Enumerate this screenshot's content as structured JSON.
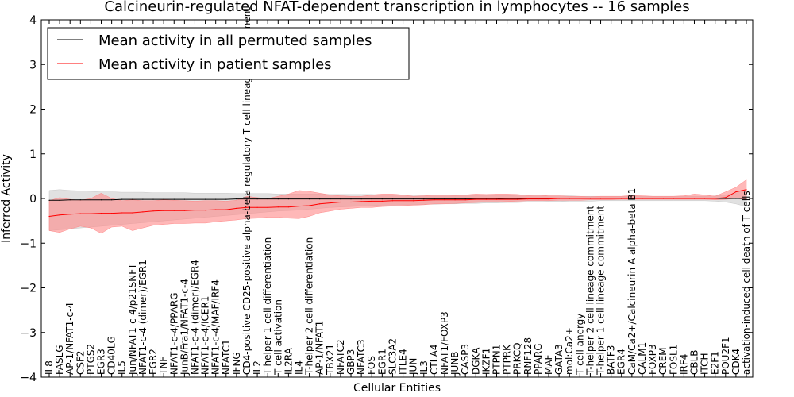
{
  "chart_data": {
    "type": "line",
    "title": "Calcineurin-regulated NFAT-dependent transcription in lymphocytes -- 16 samples",
    "xlabel": "Cellular Entities",
    "ylabel": "Inferred Activity",
    "ylim": [
      -4,
      4
    ],
    "yticks": [
      -4,
      -3,
      -2,
      -1,
      0,
      1,
      2,
      3,
      4
    ],
    "grid": false,
    "legend_position": "top-left",
    "categories": [
      "IL8",
      "FASLG",
      "AP-1/NFAT1-c-4",
      "CSF2",
      "PTGS2",
      "EGR3",
      "CD40LG",
      "IL5",
      "Jun/NFAT1-c-4/p21SNFT",
      "NFAT1-c-4 (dimer)/EGR1",
      "EGR2",
      "TNF",
      "NFAT1-c-4/PPARG",
      "JunB/Fra1/NFAT1-c-4",
      "NFAT1-c-4 (dimer)/EGR4",
      "NFAT1-c-4/ICER1",
      "NFAT1-c-4/MAF/IRF4",
      "NFATC1",
      "IFNG",
      "CD4-positive CD25-positive alpha-beta regulatory T cell lineage commitment",
      "IL2",
      "T-helper 1 cell differentiation",
      "T cell activation",
      "IL2RA",
      "IL4",
      "T-helper 2 cell differentiation",
      "AP-1/NFAT1",
      "TBX21",
      "NFATC2",
      "GBP3",
      "NFATC3",
      "FOS",
      "EGR1",
      "SLC3A2",
      "ITLE4",
      "JUN",
      "IL3",
      "CTLA4",
      "NFAT1/FOXP3",
      "JUNB",
      "CASP3",
      "DGKA",
      "IKZF1",
      "PTPN1",
      "PTPRK",
      "PRKCQ",
      "RNF128",
      "PPARG",
      "MAF",
      "GATA3",
      "mol:Ca2+",
      "T cell anergy",
      "T-helper 2 cell lineage commitment",
      "T-helper 1 cell lineage commitment",
      "BATF3",
      "EGR4",
      "CaM/Ca2+/Calcineurin A alpha-beta B1",
      "CALM1",
      "FOXP3",
      "CREM",
      "FOSL1",
      "IRF4",
      "CBLB",
      "ITCH",
      "E2F1",
      "POU2F1",
      "CDK4",
      "activation-induced cell death of T cells"
    ],
    "series": [
      {
        "name": "Mean activity in all permuted samples",
        "color": "#000000",
        "band_color": "#c8c8c8",
        "values": [
          -0.04,
          -0.04,
          -0.03,
          -0.03,
          -0.03,
          -0.03,
          -0.03,
          -0.02,
          -0.02,
          -0.02,
          -0.02,
          -0.02,
          -0.02,
          -0.02,
          -0.02,
          -0.02,
          -0.02,
          -0.02,
          -0.01,
          -0.01,
          -0.01,
          -0.01,
          -0.01,
          -0.01,
          -0.01,
          -0.01,
          -0.01,
          -0.01,
          -0.01,
          -0.01,
          -0.01,
          -0.01,
          -0.01,
          -0.01,
          -0.01,
          -0.01,
          -0.01,
          -0.01,
          -0.01,
          -0.01,
          -0.01,
          -0.01,
          -0.01,
          -0.01,
          0,
          0,
          0,
          0,
          0,
          0,
          0,
          0,
          0,
          0,
          0,
          0,
          0,
          0,
          0,
          0,
          0,
          0,
          0,
          0,
          0,
          0,
          0,
          0
        ],
        "lower": [
          -0.72,
          -0.7,
          -0.68,
          -0.66,
          -0.64,
          -0.62,
          -0.6,
          -0.58,
          -0.56,
          -0.54,
          -0.52,
          -0.5,
          -0.48,
          -0.46,
          -0.44,
          -0.42,
          -0.4,
          -0.38,
          -0.36,
          -0.34,
          -0.32,
          -0.3,
          -0.28,
          -0.27,
          -0.26,
          -0.24,
          -0.22,
          -0.2,
          -0.19,
          -0.18,
          -0.17,
          -0.16,
          -0.15,
          -0.15,
          -0.14,
          -0.14,
          -0.13,
          -0.13,
          -0.12,
          -0.12,
          -0.11,
          -0.11,
          -0.1,
          -0.1,
          -0.09,
          -0.09,
          -0.08,
          -0.08,
          -0.07,
          -0.07,
          -0.06,
          -0.06,
          -0.06,
          -0.05,
          -0.05,
          -0.05,
          -0.05,
          -0.05,
          -0.05,
          -0.05,
          -0.05,
          -0.05,
          -0.05,
          -0.05,
          -0.06,
          -0.08,
          -0.12,
          -0.18
        ],
        "upper": [
          0.18,
          0.2,
          0.18,
          0.17,
          0.16,
          0.15,
          0.15,
          0.14,
          0.14,
          0.14,
          0.13,
          0.13,
          0.13,
          0.13,
          0.12,
          0.12,
          0.12,
          0.12,
          0.11,
          0.11,
          0.11,
          0.11,
          0.1,
          0.1,
          0.1,
          0.1,
          0.1,
          0.09,
          0.09,
          0.09,
          0.09,
          0.09,
          0.08,
          0.08,
          0.08,
          0.08,
          0.08,
          0.08,
          0.08,
          0.07,
          0.07,
          0.07,
          0.07,
          0.07,
          0.07,
          0.06,
          0.06,
          0.06,
          0.06,
          0.06,
          0.06,
          0.05,
          0.05,
          0.05,
          0.05,
          0.05,
          0.05,
          0.05,
          0.05,
          0.05,
          0.05,
          0.05,
          0.05,
          0.05,
          0.06,
          0.08,
          0.12,
          0.2
        ]
      },
      {
        "name": "Mean activity in patient samples",
        "color": "#ff0000",
        "band_color": "#ff8888",
        "values": [
          -0.4,
          -0.37,
          -0.35,
          -0.34,
          -0.34,
          -0.33,
          -0.33,
          -0.32,
          -0.32,
          -0.3,
          -0.28,
          -0.27,
          -0.27,
          -0.27,
          -0.26,
          -0.26,
          -0.25,
          -0.25,
          -0.22,
          -0.2,
          -0.2,
          -0.2,
          -0.19,
          -0.19,
          -0.17,
          -0.16,
          -0.12,
          -0.1,
          -0.08,
          -0.08,
          -0.07,
          -0.06,
          -0.06,
          -0.05,
          -0.05,
          -0.05,
          -0.04,
          -0.03,
          -0.03,
          -0.03,
          -0.03,
          -0.02,
          -0.02,
          -0.02,
          -0.02,
          -0.02,
          -0.01,
          -0.01,
          -0.01,
          0,
          0,
          0,
          0,
          0,
          0,
          0,
          0,
          0,
          0,
          0,
          0,
          0,
          0,
          0,
          0,
          0.02,
          0.15,
          0.2
        ],
        "lower": [
          -0.72,
          -0.76,
          -0.68,
          -0.62,
          -0.66,
          -0.78,
          -0.64,
          -0.62,
          -0.72,
          -0.66,
          -0.6,
          -0.58,
          -0.56,
          -0.56,
          -0.55,
          -0.55,
          -0.52,
          -0.5,
          -0.48,
          -0.45,
          -0.44,
          -0.42,
          -0.42,
          -0.44,
          -0.45,
          -0.4,
          -0.32,
          -0.28,
          -0.24,
          -0.22,
          -0.2,
          -0.2,
          -0.18,
          -0.17,
          -0.16,
          -0.15,
          -0.14,
          -0.12,
          -0.12,
          -0.11,
          -0.1,
          -0.09,
          -0.08,
          -0.08,
          -0.07,
          -0.06,
          -0.05,
          -0.05,
          -0.05,
          -0.04,
          -0.04,
          -0.04,
          -0.03,
          -0.03,
          -0.03,
          -0.02,
          -0.02,
          -0.02,
          -0.02,
          -0.02,
          -0.02,
          -0.02,
          -0.02,
          -0.02,
          -0.03,
          -0.02,
          0.0,
          -0.02
        ],
        "upper": [
          -0.05,
          0.02,
          -0.02,
          -0.04,
          0.0,
          0.12,
          0.0,
          -0.05,
          -0.03,
          -0.05,
          -0.05,
          -0.03,
          -0.04,
          -0.05,
          -0.06,
          -0.05,
          -0.05,
          -0.06,
          -0.04,
          0.05,
          0.02,
          0.0,
          0.05,
          0.1,
          0.18,
          0.16,
          0.12,
          0.08,
          0.06,
          0.05,
          0.05,
          0.08,
          0.1,
          0.1,
          0.08,
          0.05,
          0.06,
          0.08,
          0.08,
          0.07,
          0.08,
          0.1,
          0.09,
          0.1,
          0.1,
          0.09,
          0.07,
          0.08,
          0.06,
          0.06,
          0.05,
          0.05,
          0.04,
          0.05,
          0.05,
          0.05,
          0.07,
          0.06,
          0.05,
          0.05,
          0.05,
          0.06,
          0.1,
          0.08,
          0.05,
          0.15,
          0.25,
          0.42
        ]
      }
    ]
  }
}
